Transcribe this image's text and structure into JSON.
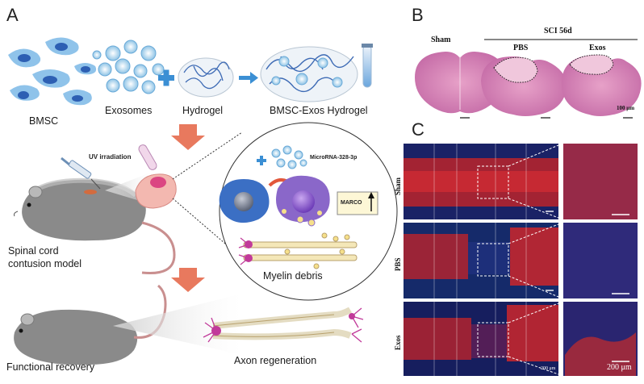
{
  "panels": {
    "a": "A",
    "b": "B",
    "c": "C"
  },
  "panel_a": {
    "labels": {
      "bmsc": "BMSC",
      "exosomes": "Exosomes",
      "hydrogel": "Hydrogel",
      "bmsc_exos_hydrogel": "BMSC-Exos Hydrogel",
      "uv": "UV irradiation",
      "mirna": "MicroRNA-328-3p",
      "marco": "MARCO",
      "myelin": "Myelin debris",
      "model_line1": "Spinal cord",
      "model_line2": "contusion model",
      "recovery": "Functional recovery",
      "axon": "Axon regeneration"
    },
    "colors": {
      "accent_arrow": "#e8795e",
      "cell_blue": "#3b6fc4",
      "macrophage": "#8a67c9",
      "plus": "#3b8fd4"
    }
  },
  "panel_b": {
    "labels": {
      "sham": "Sham",
      "group": "SCI 56d",
      "pbs": "PBS",
      "exos": "Exos",
      "scale": "100 μm"
    }
  },
  "panel_c": {
    "rows": [
      "Sham",
      "PBS",
      "Exos"
    ],
    "scale_small": "200 μm",
    "scale_big": "200 μm"
  }
}
